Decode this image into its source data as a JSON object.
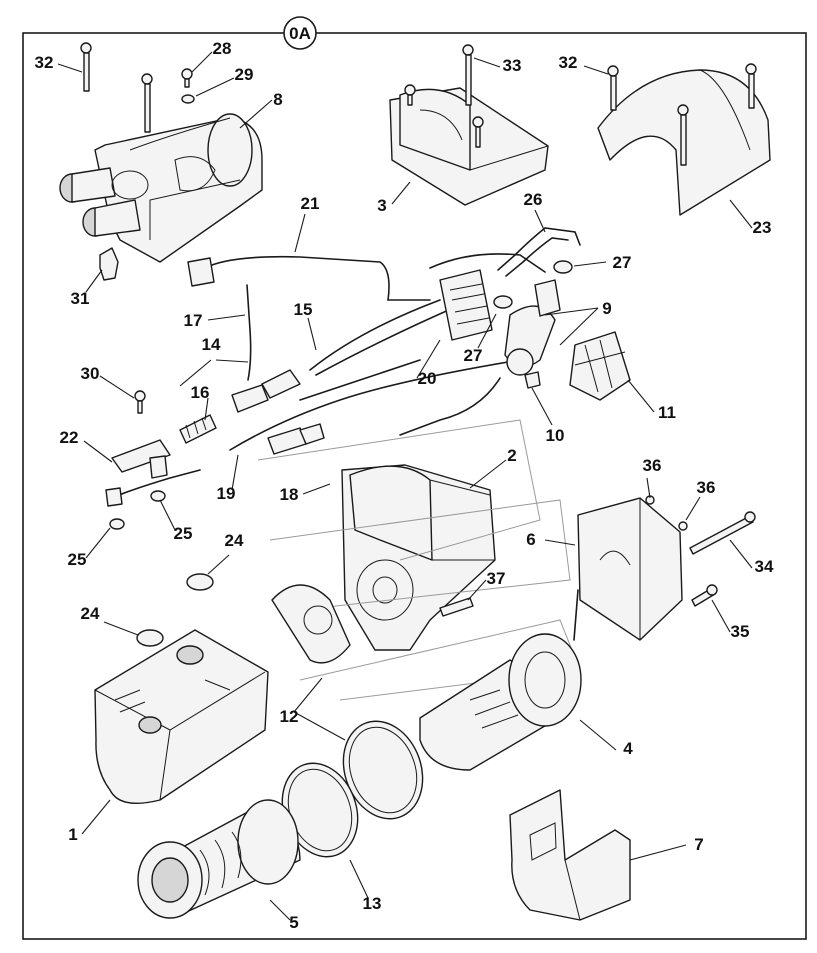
{
  "diagram_id": "0A",
  "callouts": [
    {
      "id": "c32a",
      "label": "32"
    },
    {
      "id": "c28",
      "label": "28"
    },
    {
      "id": "c29",
      "label": "29"
    },
    {
      "id": "c8",
      "label": "8"
    },
    {
      "id": "c33",
      "label": "33"
    },
    {
      "id": "c32b",
      "label": "32"
    },
    {
      "id": "c3",
      "label": "3"
    },
    {
      "id": "c21",
      "label": "21"
    },
    {
      "id": "c26",
      "label": "26"
    },
    {
      "id": "c27a",
      "label": "27"
    },
    {
      "id": "c23",
      "label": "23"
    },
    {
      "id": "c31",
      "label": "31"
    },
    {
      "id": "c17",
      "label": "17"
    },
    {
      "id": "c15",
      "label": "15"
    },
    {
      "id": "c9",
      "label": "9"
    },
    {
      "id": "c27b",
      "label": "27"
    },
    {
      "id": "c14",
      "label": "14"
    },
    {
      "id": "c20",
      "label": "20"
    },
    {
      "id": "c30",
      "label": "30"
    },
    {
      "id": "c16",
      "label": "16"
    },
    {
      "id": "c11",
      "label": "11"
    },
    {
      "id": "c10",
      "label": "10"
    },
    {
      "id": "c22",
      "label": "22"
    },
    {
      "id": "c2",
      "label": "2"
    },
    {
      "id": "c36a",
      "label": "36"
    },
    {
      "id": "c19",
      "label": "19"
    },
    {
      "id": "c18",
      "label": "18"
    },
    {
      "id": "c36b",
      "label": "36"
    },
    {
      "id": "c25a",
      "label": "25"
    },
    {
      "id": "c25b",
      "label": "25"
    },
    {
      "id": "c6",
      "label": "6"
    },
    {
      "id": "c24a",
      "label": "24"
    },
    {
      "id": "c34",
      "label": "34"
    },
    {
      "id": "c37",
      "label": "37"
    },
    {
      "id": "c24b",
      "label": "24"
    },
    {
      "id": "c35",
      "label": "35"
    },
    {
      "id": "c12",
      "label": "12"
    },
    {
      "id": "c4",
      "label": "4"
    },
    {
      "id": "c1",
      "label": "1"
    },
    {
      "id": "c7",
      "label": "7"
    },
    {
      "id": "c13",
      "label": "13"
    },
    {
      "id": "c5",
      "label": "5"
    }
  ]
}
